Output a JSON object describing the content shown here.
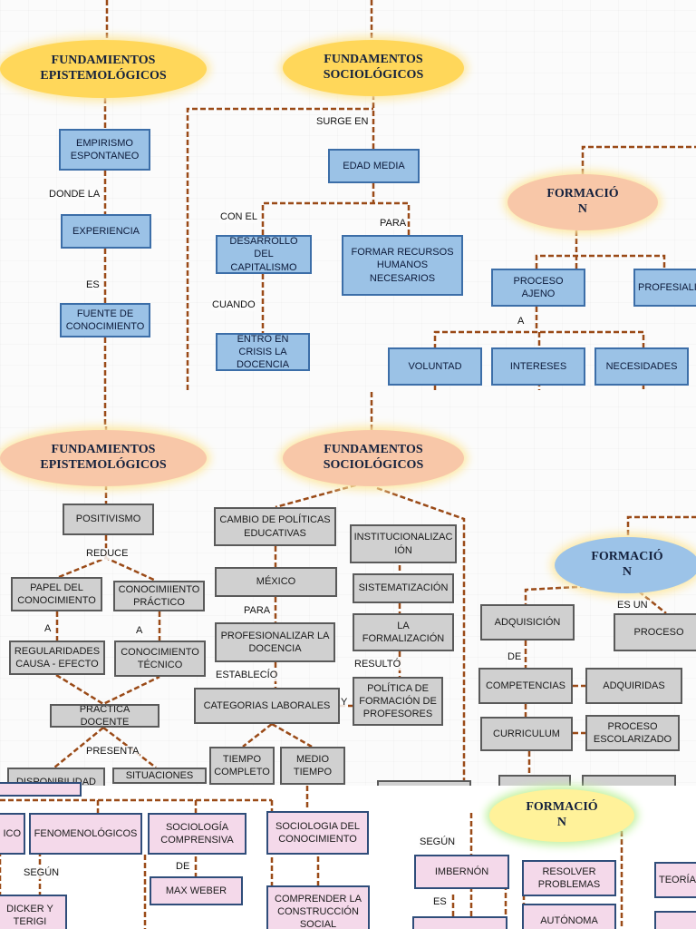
{
  "top_section": {
    "epist_title": "FUNDAMIENTOS\nEPISTEMOLÓGICOS",
    "socio_title": "FUNDAMENTOS\nSOCIOLÓGICOS",
    "form_title": "FORMACIÓ\nN",
    "nodes": {
      "empirismo": "EMPIRISMO ESPONTANEO",
      "experiencia": "EXPERIENCIA",
      "fuente": "FUENTE DE CONOCIMIENTO",
      "edad_media": "EDAD MEDIA",
      "capitalismo": "DESARROLLO DEL CAPITALISMO",
      "recursos": "FORMAR RECURSOS HUMANOS NECESARIOS",
      "crisis": "ENTRO EN CRISIS LA DOCENCIA",
      "proceso_ajeno": "PROCESO AJENO",
      "profesionaliz": "PROFESIALIZ",
      "voluntad": "VOLUNTAD",
      "intereses": "INTERESES",
      "necesidades": "NECESIDADES"
    },
    "labels": {
      "donde_la": "DONDE LA",
      "es": "ES",
      "surge_en": "SURGE EN",
      "con_el": "CON EL",
      "para": "PARA",
      "cuando": "CUANDO",
      "a": "A"
    }
  },
  "mid_section": {
    "epist_title": "FUNDAMIENTOS\nEPISTEMOLÓGICOS",
    "socio_title": "FUNDAMENTOS\nSOCIOLÓGICOS",
    "form_title": "FORMACIÓ\nN",
    "nodes": {
      "positivismo": "POSITIVISMO",
      "papel": "PAPEL DEL CONOCIMIENTO",
      "conoc_practico": "CONOCIMIIENTO PRÁCTICO",
      "regularidades": "REGULARIDADES CAUSA - EFECTO",
      "conoc_tecnico": "CONOCIMIENTO TÉCNICO",
      "practica": "PRÁCTICA DOCENTE",
      "disponibilidad": "DISPONIBILIDAD",
      "situaciones": "SITUACIONES",
      "cambio": "CAMBIO DE POLÍTICAS EDUCATIVAS",
      "mexico": "MÉXICO",
      "profesionalizar": "PROFESIONALIZAR LA DOCENCIA",
      "categorias": "CATEGORIAS LABORALES",
      "tiempo_completo": "TIEMPO COMPLETO",
      "medio_tiempo": "MEDIO TIEMPO",
      "institucionalizacion": "INSTITUCIONALIZAC IÓN",
      "sistematizacion": "SISTEMATIZACIÓN",
      "formalizacion": "LA FORMALIZACIÓN",
      "politica": "POLÍTICA DE FORMACIÓN DE PROFESORES",
      "adquisicion": "ADQUISICIÓN",
      "proceso": "PROCESO",
      "competencias": "COMPETENCIAS",
      "adquiridas": "ADQUIRIDAS",
      "curriculum": "CURRICULUM",
      "proceso_escolarizado": "PROCESO ESCOLARIZADO"
    },
    "labels": {
      "reduce": "REDUCE",
      "a1": "A",
      "a2": "A",
      "presenta": "PRESENTA",
      "para": "PARA",
      "establecio": "ESTABLECÍO",
      "resulto": "RESULTÓ",
      "y": "Y",
      "es_un": "ES UN",
      "de": "DE"
    }
  },
  "bottom_section": {
    "form_title": "FORMACIÓ\nN",
    "nodes": {
      "ico": "ICO",
      "fenomenologicos": "FENOMENOLÓGICOS",
      "soc_comprensiva": "SOCIOLOGÍA COMPRENSIVA",
      "soc_conocimiento": "SOCIOLOGIA DEL CONOCIMIENTO",
      "max_weber": "MAX WEBER",
      "comprender": "COMPRENDER LA CONSTRUCCIÓN SOCIAL",
      "dicker": "DICKER Y TERIGI",
      "imbernon": "IMBERNÓN",
      "resolver": "RESOLVER PROBLEMAS",
      "autonoma": "AUTÓNOMA",
      "teoria": "TEORÍA"
    },
    "labels": {
      "segun1": "SEGÚN",
      "de": "DE",
      "segun2": "SEGÚN",
      "es": "ES"
    }
  }
}
